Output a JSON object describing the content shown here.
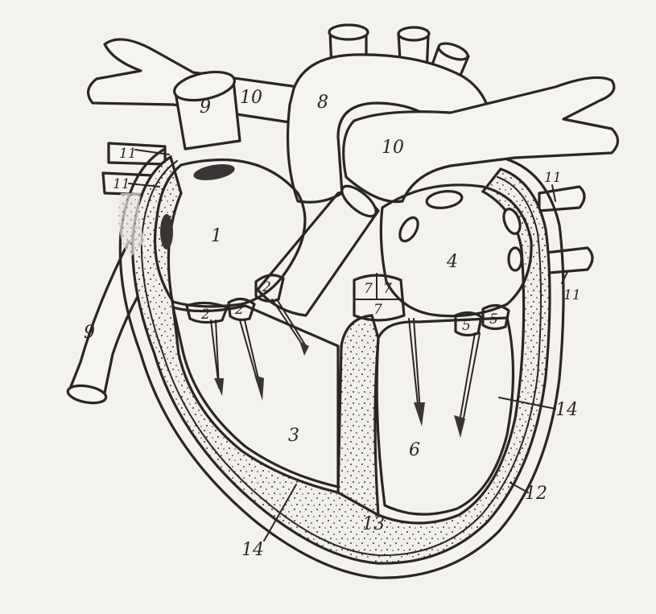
{
  "labels": {
    "l1": "1",
    "l2a": "2",
    "l2b": "2",
    "l2c": "2",
    "l3": "3",
    "l4": "4",
    "l5a": "5",
    "l5b": "5",
    "l6": "6",
    "l7a": "7",
    "l7b": "7",
    "l7c": "7",
    "l8": "8",
    "l9a": "9",
    "l9b": "9",
    "l10a": "10",
    "l10b": "10",
    "l11a": "11",
    "l11b": "11",
    "l11c": "11",
    "l11d": "11",
    "l12": "12",
    "l13": "13",
    "l14a": "14",
    "l14b": "14"
  }
}
